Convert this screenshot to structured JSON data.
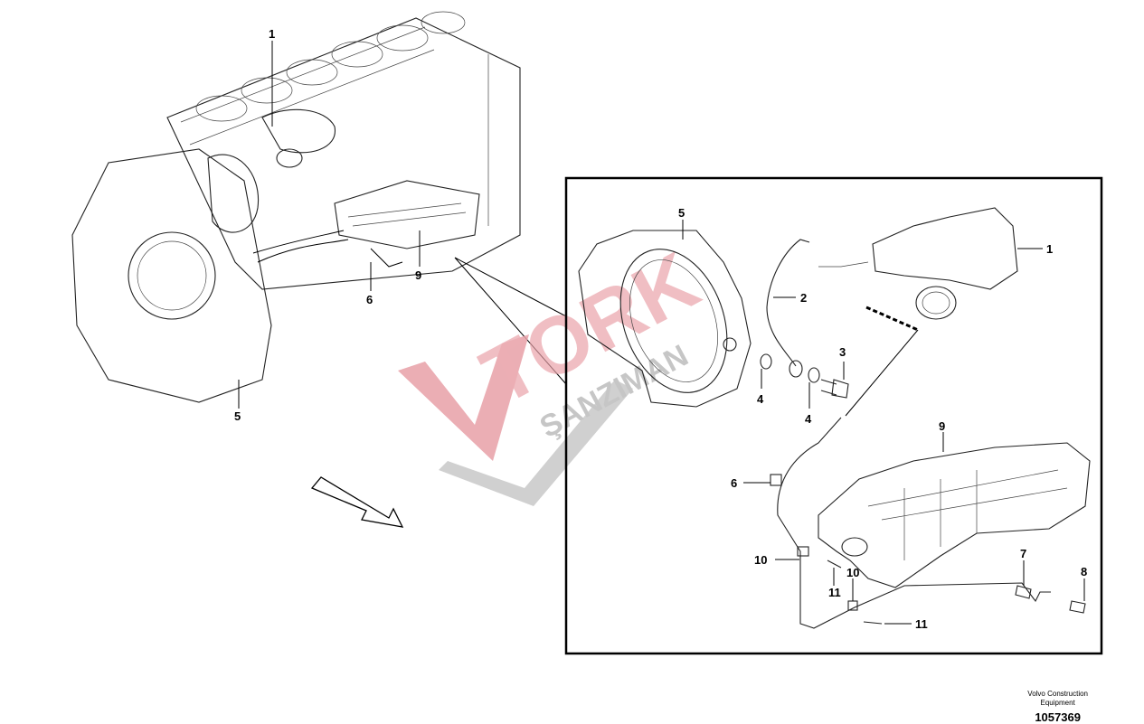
{
  "diagram": {
    "overview_callouts": [
      "1",
      "9",
      "6",
      "5"
    ],
    "detail_callouts": [
      "1",
      "2",
      "3",
      "4",
      "4",
      "5",
      "6",
      "7",
      "8",
      "9",
      "10",
      "10",
      "11",
      "11"
    ]
  },
  "watermark": {
    "brand": "TORK",
    "sub": "ŞANZIMAN"
  },
  "footer": {
    "company_line1": "Volvo Construction",
    "company_line2": "Equipment",
    "drawing_number": "1057369"
  },
  "colors": {
    "watermark_red": "#e8a0a8",
    "watermark_gray": "#c8c8c8",
    "line": "#000000"
  }
}
